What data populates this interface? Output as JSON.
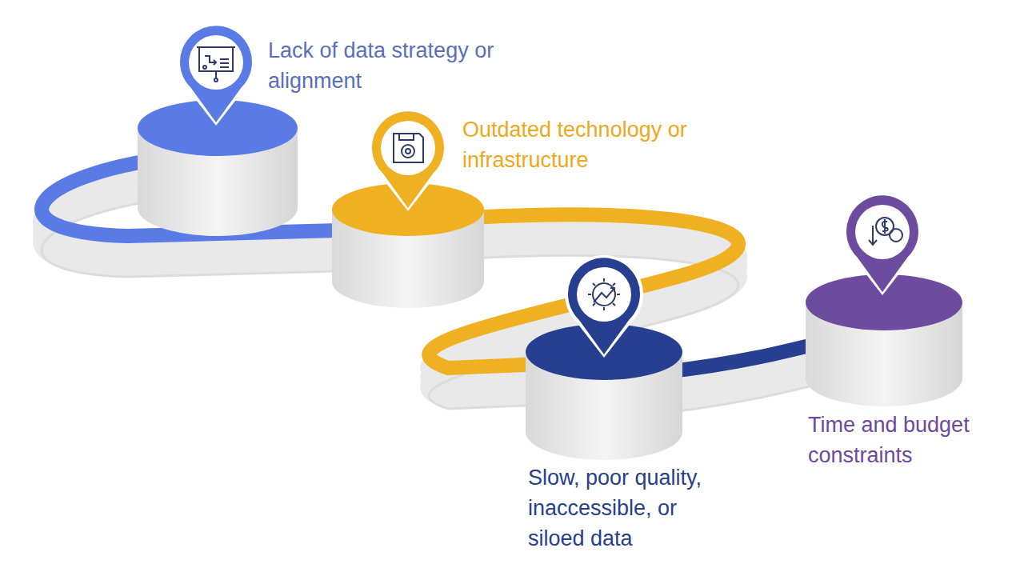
{
  "diagram": {
    "labels": [
      "Lack of data strategy or alignment",
      "Outdated technology or infrastructure",
      "Slow, poor quality, inaccessible, or siloed data",
      "Time and budget constraints"
    ]
  }
}
